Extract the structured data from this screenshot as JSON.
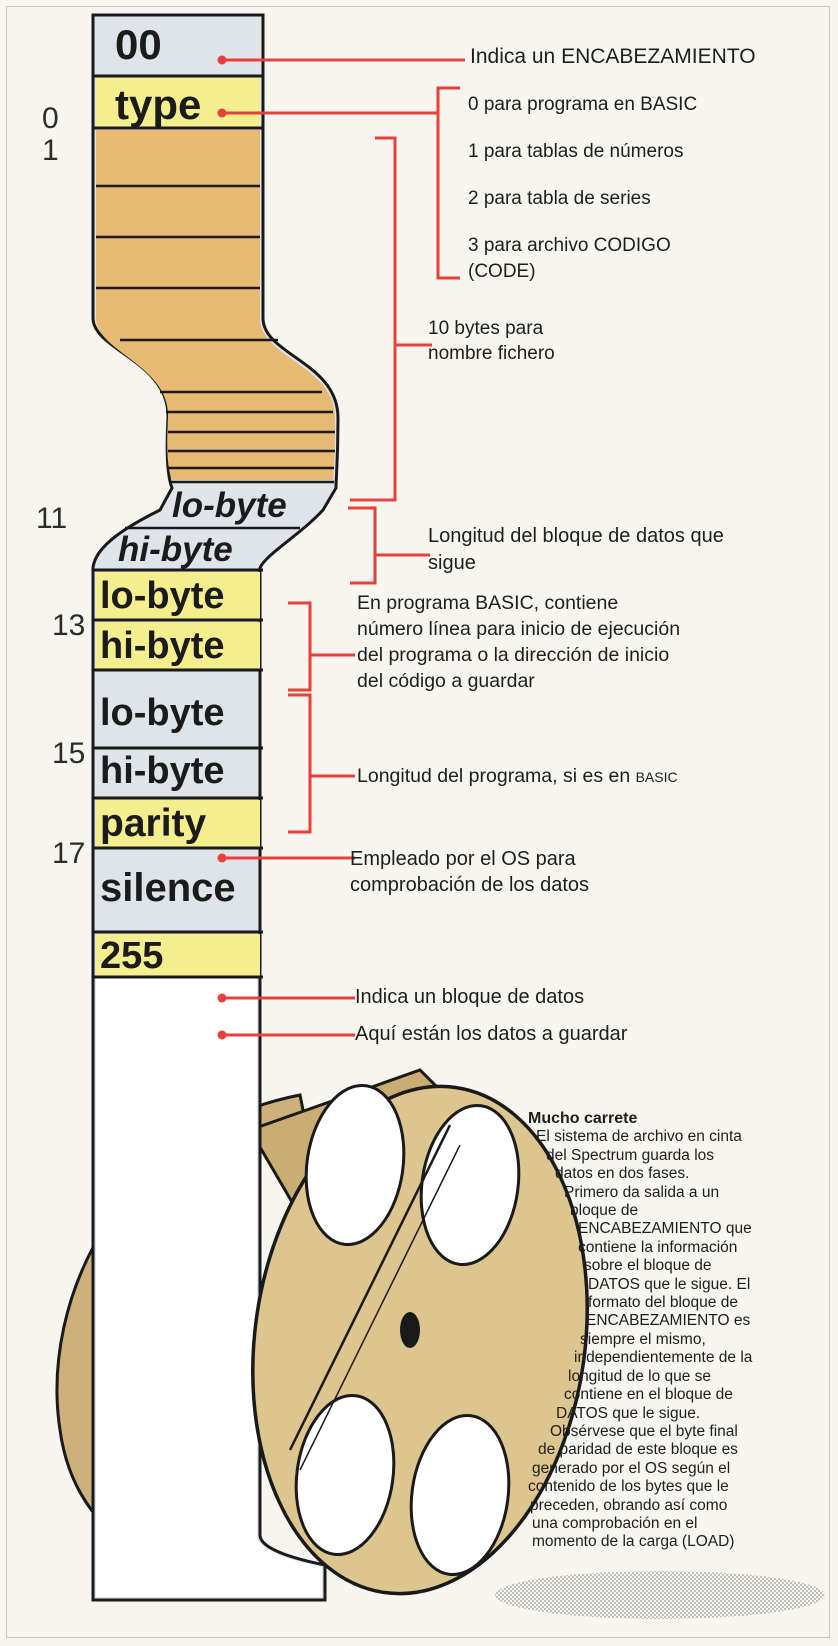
{
  "tape_cells": {
    "header_marker": "00",
    "type": "type",
    "len_lo": "lo-byte",
    "len_hi": "hi-byte",
    "p1_lo": "lo-byte",
    "p1_hi": "hi-byte",
    "p2_lo": "lo-byte",
    "p2_hi": "hi-byte",
    "parity": "parity",
    "silence": "silence",
    "data_marker": "255"
  },
  "byte_indices": [
    "0",
    "1",
    "11",
    "13",
    "15",
    "17"
  ],
  "annotations": {
    "header": "Indica un ENCABEZAMIENTO",
    "type_values": [
      "0 para programa en BASIC",
      "1 para tablas de números",
      "2 para tabla de series",
      "3 para archivo CODIGO",
      "(CODE)"
    ],
    "filename": [
      "10 bytes para",
      "nombre fichero"
    ],
    "block_length": [
      "Longitud del bloque de datos que",
      "sigue"
    ],
    "param1": [
      "En programa BASIC, contiene",
      "número línea para inicio de ejecución",
      "del programa o la dirección de inicio",
      "del código a guardar"
    ],
    "param2_text": "Longitud del programa, si es en",
    "param2_smallcaps": "BASIC",
    "parity": [
      "Empleado por el OS para",
      "comprobación de los datos"
    ],
    "data_marker": "Indica un bloque de datos",
    "data": "Aquí están los datos a guardar"
  },
  "caption": {
    "title": "Mucho carrete",
    "lines": [
      "El sistema de archivo en cinta",
      "del Spectrum guarda los",
      "datos en dos fases.",
      "Primero da salida a un",
      "bloque de",
      "ENCABEZAMIENTO que",
      "contiene la información",
      "sobre el bloque de",
      "DATOS que le sigue. El",
      "formato del bloque de",
      "ENCABEZAMIENTO es",
      "siempre el mismo,",
      "independientemente de la",
      "longitud de lo que se",
      "contiene en el bloque de",
      "DATOS que le sigue.",
      "Obsérvese que el byte final",
      "de paridad de este bloque es",
      "generado por el OS según el",
      "contenido de los bytes que le",
      "preceden, obrando así como",
      "una comprobación en el",
      "momento de la carga (LOAD)"
    ]
  },
  "colors": {
    "tape_blue": "#dfe3ea",
    "tape_yellow": "#f5ee8e",
    "tape_orange": "#e7b973",
    "reel": "#dcc58e",
    "leader_red": "#e8403a",
    "outline": "#1a1a1a"
  }
}
